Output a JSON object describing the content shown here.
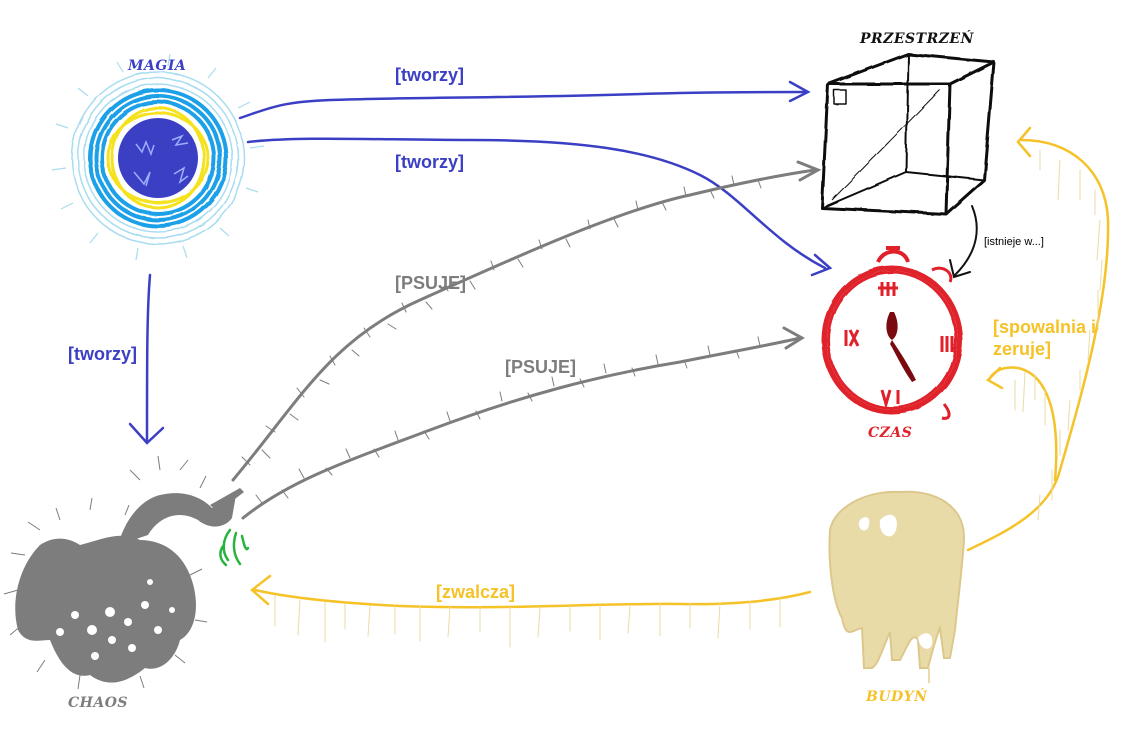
{
  "colors": {
    "magic_blue": "#3b3fc4",
    "chaos_gray": "#7d7d7d",
    "clock_red": "#e0202a",
    "pudding_yellow": "#f5c228",
    "pudding_body": "#e9dba8",
    "space_black": "#111111"
  },
  "nodes": {
    "magia": {
      "label": "MAGIA",
      "icon": "magic-orb-icon"
    },
    "przestrzen": {
      "label": "PRZESTRZEŃ",
      "icon": "cube-icon"
    },
    "czas": {
      "label": "CZAS",
      "icon": "clock-icon"
    },
    "chaos": {
      "label": "CHAOS",
      "icon": "chaos-creature-icon"
    },
    "budyn": {
      "label": "BUDYŃ",
      "icon": "pudding-icon"
    }
  },
  "edges": [
    {
      "id": "magia-przestrzen",
      "from": "MAGIA",
      "to": "PRZESTRZEŃ",
      "label": "[tworzy]"
    },
    {
      "id": "magia-czas",
      "from": "MAGIA",
      "to": "CZAS",
      "label": "[tworzy]"
    },
    {
      "id": "magia-chaos",
      "from": "MAGIA",
      "to": "CHAOS",
      "label": "[tworzy]"
    },
    {
      "id": "chaos-przestrzen",
      "from": "CHAOS",
      "to": "PRZESTRZEŃ",
      "label": "[PSUJE]"
    },
    {
      "id": "chaos-czas",
      "from": "CHAOS",
      "to": "CZAS",
      "label": "[PSUJE]"
    },
    {
      "id": "przestrzen-czas",
      "from": "PRZESTRZEŃ",
      "to": "CZAS",
      "label": "[istnieje w...]"
    },
    {
      "id": "budyn-czas",
      "from": "BUDYŃ",
      "to": "CZAS",
      "label_line1": "[spowalnia i",
      "label_line2": "zeruje]"
    },
    {
      "id": "budyn-chaos",
      "from": "BUDYŃ",
      "to": "CHAOS",
      "label": "[zwalcza]"
    }
  ]
}
